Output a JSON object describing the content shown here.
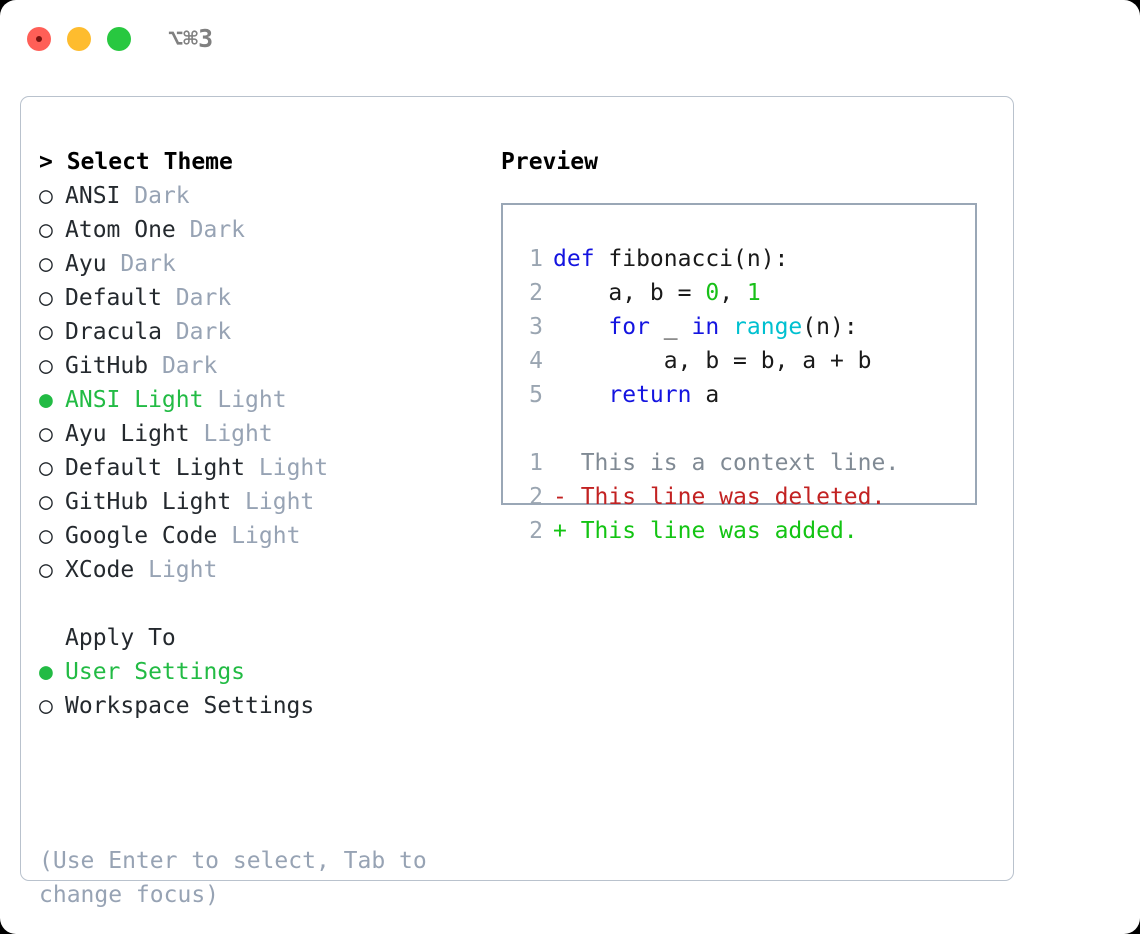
{
  "titlebar": {
    "shortcut": "⌥⌘3",
    "buttons": {
      "close": "close",
      "minimize": "minimize",
      "maximize": "maximize"
    }
  },
  "theme_picker": {
    "heading": "> Select Theme",
    "bullet_off": "○ ",
    "bullet_on": "● ",
    "selected_color": "#22bb44",
    "variant_color": "#97a3b4",
    "items": [
      {
        "name": "ANSI",
        "variant": "Dark",
        "selected": false
      },
      {
        "name": "Atom One",
        "variant": "Dark",
        "selected": false
      },
      {
        "name": "Ayu",
        "variant": "Dark",
        "selected": false
      },
      {
        "name": "Default",
        "variant": "Dark",
        "selected": false
      },
      {
        "name": "Dracula",
        "variant": "Dark",
        "selected": false
      },
      {
        "name": "GitHub",
        "variant": "Dark",
        "selected": false
      },
      {
        "name": "ANSI Light",
        "variant": "Light",
        "selected": true
      },
      {
        "name": "Ayu Light",
        "variant": "Light",
        "selected": false
      },
      {
        "name": "Default Light",
        "variant": "Light",
        "selected": false
      },
      {
        "name": "GitHub Light",
        "variant": "Light",
        "selected": false
      },
      {
        "name": "Google Code",
        "variant": "Light",
        "selected": false
      },
      {
        "name": "XCode",
        "variant": "Light",
        "selected": false
      }
    ]
  },
  "apply_to": {
    "heading": "Apply To",
    "items": [
      {
        "name": "User Settings",
        "selected": true
      },
      {
        "name": "Workspace Settings",
        "selected": false
      }
    ]
  },
  "hint": "(Use Enter to select, Tab to change focus)",
  "preview": {
    "title": "Preview",
    "code": [
      {
        "num": "1",
        "tokens": [
          {
            "t": "def",
            "c": "kw"
          },
          {
            "t": " fibonacci(n):",
            "c": "id"
          }
        ]
      },
      {
        "num": "2",
        "tokens": [
          {
            "t": "    a, b = ",
            "c": "id"
          },
          {
            "t": "0",
            "c": "num"
          },
          {
            "t": ", ",
            "c": "id"
          },
          {
            "t": "1",
            "c": "num"
          }
        ]
      },
      {
        "num": "3",
        "tokens": [
          {
            "t": "    ",
            "c": "id"
          },
          {
            "t": "for",
            "c": "kw"
          },
          {
            "t": " _ ",
            "c": "id"
          },
          {
            "t": "in",
            "c": "kw"
          },
          {
            "t": " ",
            "c": "id"
          },
          {
            "t": "range",
            "c": "fn"
          },
          {
            "t": "(n):",
            "c": "id"
          }
        ]
      },
      {
        "num": "4",
        "tokens": [
          {
            "t": "        a, b = b, a + b",
            "c": "id"
          }
        ]
      },
      {
        "num": "5",
        "tokens": [
          {
            "t": "    ",
            "c": "id"
          },
          {
            "t": "return",
            "c": "kw"
          },
          {
            "t": " a",
            "c": "id"
          }
        ]
      }
    ],
    "diff": [
      {
        "num": "1",
        "marker": "  ",
        "text": "This is a context line.",
        "kind": "diff-ctx"
      },
      {
        "num": "2",
        "marker": "- ",
        "text": "This line was deleted.",
        "kind": "diff-del"
      },
      {
        "num": "2",
        "marker": "+ ",
        "text": "This line was added.",
        "kind": "diff-add"
      }
    ]
  }
}
